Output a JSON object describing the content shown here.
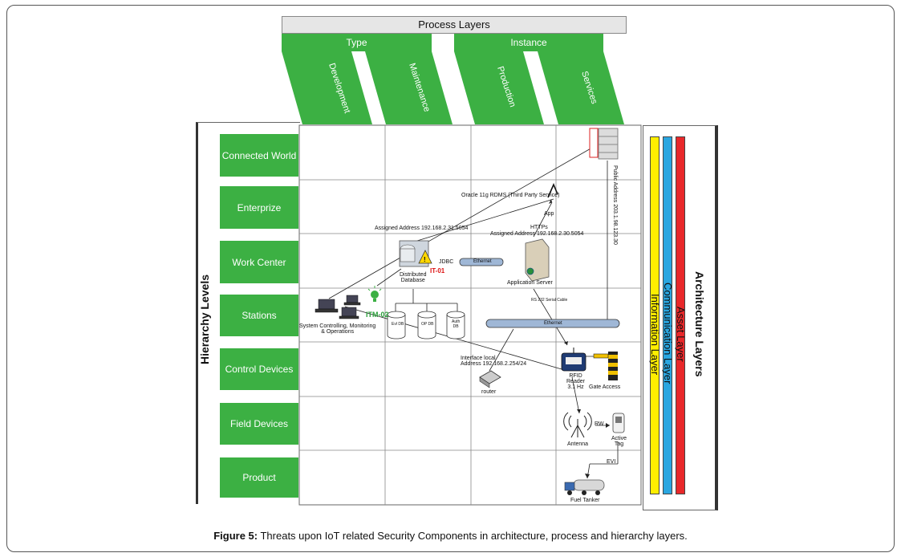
{
  "process_layers": {
    "title": "Process Layers",
    "categories": [
      "Type",
      "Instance"
    ],
    "items": [
      "Development",
      "Maintenance",
      "Production",
      "Services"
    ]
  },
  "hierarchy_levels": {
    "title": "Hierarchy Levels",
    "items": [
      "Connected World",
      "Enterprize",
      "Work Center",
      "Stations",
      "Control Devices",
      "Field Devices",
      "Product"
    ]
  },
  "architecture_layers": {
    "title": "Architecture  Layers",
    "layers": [
      {
        "name": "Information Layer",
        "color": "#ffee00"
      },
      {
        "name": "Communication Layer",
        "color": "#2aa6e0"
      },
      {
        "name": "Asset Layer",
        "color": "#e8282a"
      }
    ]
  },
  "diagram_labels": {
    "oracle": "Oracle 11g RDMS (Third Party Service)",
    "app": "App",
    "https": "HTTPs",
    "assigned1": "Assigned Address 192.168.2.31.5054",
    "assigned2": "Assigned Address 192.168.2.30.5054",
    "public_address": "Public Address 203.1.98.123.30",
    "jdbc": "JDBC",
    "ethernet": "Ethernet",
    "it01": "IT-01",
    "dist_db": "Distributed\nDatabase",
    "app_server": "Application Server",
    "rs232": "RS 232 Serial Cable",
    "itm02": "ITM-02",
    "sys_ctrl": "System Controlling, Monitoring\n& Operations",
    "evl_db": "Evl DB",
    "op_db": "OP DB",
    "auth_db": "Auth\nDB",
    "ethernet2": "Ethernet",
    "interface_local": "Interface local\nAddress 192.168.2.254/24",
    "router": "router",
    "rfid": "RFID\nReader\n3.1 Hz",
    "gate_access": "Gate Access",
    "rw": "RW",
    "antenna": "Antenna",
    "active_tag": "Active\nTag",
    "evi": "EVI",
    "fuel_tanker": "Fuel Tanker"
  },
  "caption": {
    "label": "Figure 5:",
    "text": " Threats upon IoT related Security Components in architecture, process and hierarchy layers."
  }
}
